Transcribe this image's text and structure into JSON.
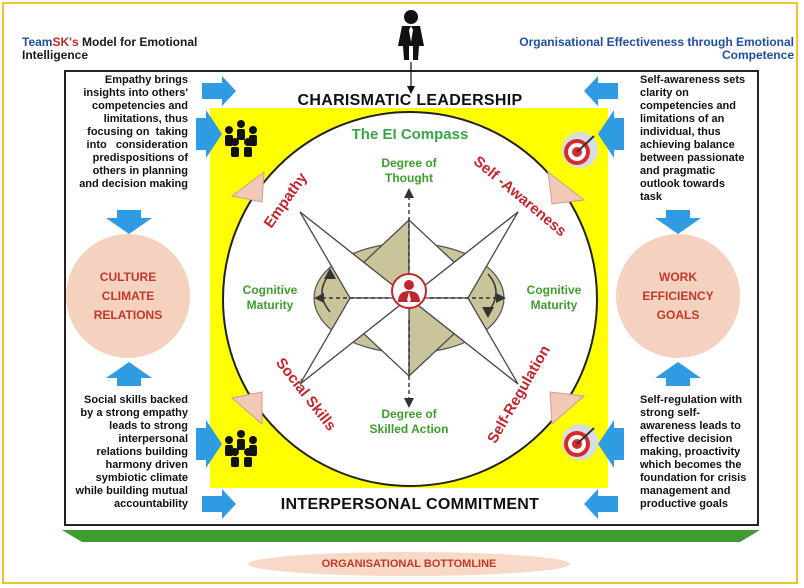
{
  "header": {
    "left_prefix": "Team",
    "left_brand": "SK's",
    "left_line1_rest": " Model for Emotional",
    "left_line2": "Intelligence",
    "right_line1": "Organisational Effectiveness through Emotional",
    "right_line2": "Competence"
  },
  "banners": {
    "top": "CHARISMATIC LEADERSHIP",
    "bottom": "INTERPERSONAL COMMITMENT"
  },
  "compass": {
    "title": "The EI Compass",
    "north": [
      "Degree of",
      "Thought"
    ],
    "south": [
      "Degree of",
      "Skilled Action"
    ],
    "west": [
      "Cognitive",
      "Maturity"
    ],
    "east": [
      "Cognitive",
      "Maturity"
    ],
    "quadrants": {
      "nw": "Empathy",
      "ne": "Self -Awareness",
      "sw": "Social Skills",
      "se": "Self-Regulation"
    }
  },
  "side_texts": {
    "top_left": [
      "Empathy brings",
      "insights into others'",
      "competencies and",
      "limitations, thus",
      "focusing on  taking",
      "into   consideration",
      "predispositions of",
      "others in planning",
      "and decision making"
    ],
    "top_right": [
      "Self-awareness sets",
      "clarity on",
      "competencies and",
      "limitations of an",
      "individual, thus",
      "achieving balance",
      "between passionate",
      "and pragmatic",
      "outlook towards",
      "task"
    ],
    "bottom_left": [
      "Social skills backed",
      "by a strong empathy",
      "leads to strong",
      "interpersonal",
      "relations building",
      "harmony driven",
      "symbiotic climate",
      "while building mutual",
      "accountability"
    ],
    "bottom_right": [
      "Self-regulation with",
      "strong self-",
      "awareness leads to",
      "effective decision",
      "making, proactivity",
      "which becomes the",
      "foundation for crisis",
      "management and",
      "productive goals"
    ]
  },
  "circles": {
    "left": [
      "CULTURE",
      "CLIMATE",
      "RELATIONS"
    ],
    "right": [
      "WORK",
      "EFFICIENCY",
      "GOALS"
    ]
  },
  "footer": {
    "bottomline": "ORGANISATIONAL BOTTOMLINE"
  },
  "colors": {
    "frame": "#f2c12e",
    "yellow_panel": "#ffff00",
    "arrow_blue": "#2f9be3",
    "circle_fill": "#f5d2bf",
    "circle_text": "#c0392b",
    "compass_green": "#3aa44a",
    "quadrant_red": "#c0272d",
    "ellipse_olive": "#c9c49a"
  },
  "icons": {
    "top_person": "businessman-icon",
    "teams": "team-icon",
    "targets": "target-icon",
    "center": "leader-icon"
  }
}
